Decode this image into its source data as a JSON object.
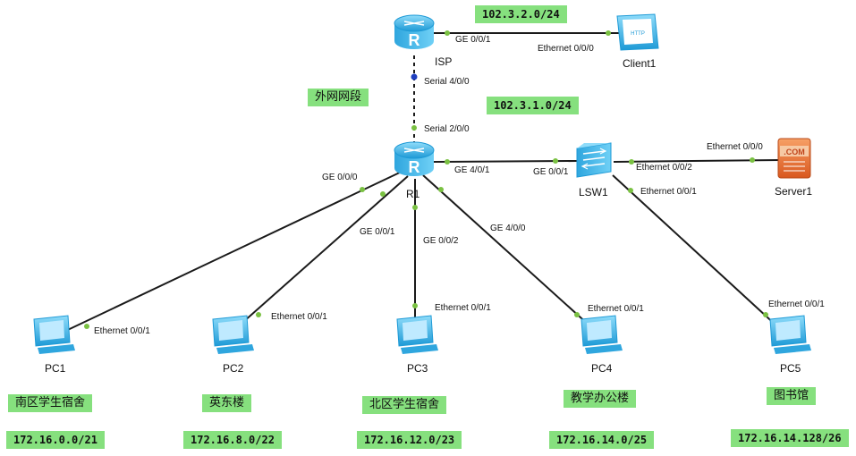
{
  "devices": {
    "isp": "ISP",
    "client1": "Client1",
    "r1": "R1",
    "lsw1": "LSW1",
    "server1": "Server1",
    "pc1": "PC1",
    "pc2": "PC2",
    "pc3": "PC3",
    "pc4": "PC4",
    "pc5": "PC5"
  },
  "icons": {
    "client_screen": "HTTP",
    "server_badge": ".COM"
  },
  "ports": {
    "isp_ge001": "GE 0/0/1",
    "client1_eth000": "Ethernet 0/0/0",
    "isp_serial400": "Serial 4/0/0",
    "r1_serial200": "Serial 2/0/0",
    "r1_ge401": "GE 4/0/1",
    "lsw1_ge001": "GE 0/0/1",
    "lsw1_eth002": "Ethernet 0/0/2",
    "server1_eth000": "Ethernet 0/0/0",
    "lsw1_eth001": "Ethernet 0/0/1",
    "r1_ge000": "GE 0/0/0",
    "r1_ge001": "GE 0/0/1",
    "r1_ge002": "GE 0/0/2",
    "r1_ge400": "GE 4/0/0",
    "pc1_eth001": "Ethernet 0/0/1",
    "pc2_eth001": "Ethernet 0/0/1",
    "pc3_eth001": "Ethernet 0/0/1",
    "pc4_eth001": "Ethernet 0/0/1",
    "pc5_eth001": "Ethernet 0/0/1"
  },
  "networks": {
    "isp_client": "102.3.2.0/24",
    "wan": "102.3.1.0/24",
    "pc1": "172.16.0.0/21",
    "pc2": "172.16.8.0/22",
    "pc3": "172.16.12.0/23",
    "pc4": "172.16.14.0/25",
    "pc5": "172.16.14.128/26"
  },
  "zones": {
    "wan": "外网网段",
    "pc1": "南区学生宿舍",
    "pc2": "英东楼",
    "pc3": "北区学生宿舍",
    "pc4": "教学办公楼",
    "pc5": "图书馆"
  },
  "colors": {
    "link": "#1a1a1a",
    "port_dot": "#7ac142",
    "serial_dot": "#1f3fbf",
    "label_bg": "#86e07e",
    "device_blue": "#3fb8ea",
    "server_orange": "#e8742c"
  }
}
